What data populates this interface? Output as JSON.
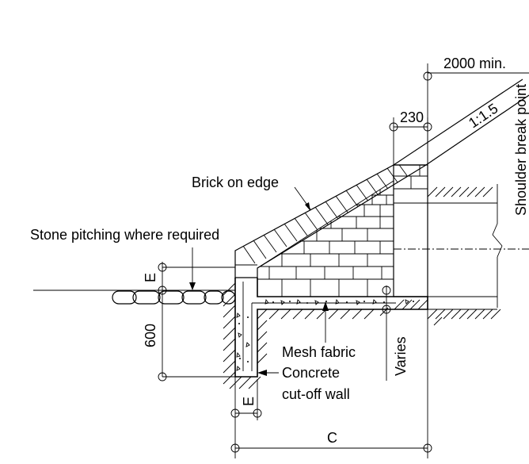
{
  "labels": {
    "top_dimension": "2000 min.",
    "brick_width": "230",
    "slope": "1:1.5",
    "shoulder": "Shoulder break point",
    "brick_on_edge": "Brick on edge",
    "stone_pitching": "Stone pitching where required",
    "e_top": "E",
    "depth": "600",
    "mesh_fabric": "Mesh fabric",
    "concrete": "Concrete",
    "cutoff_wall": "cut-off wall",
    "e_bottom": "E",
    "varies": "Varies",
    "c_dimension": "C"
  }
}
